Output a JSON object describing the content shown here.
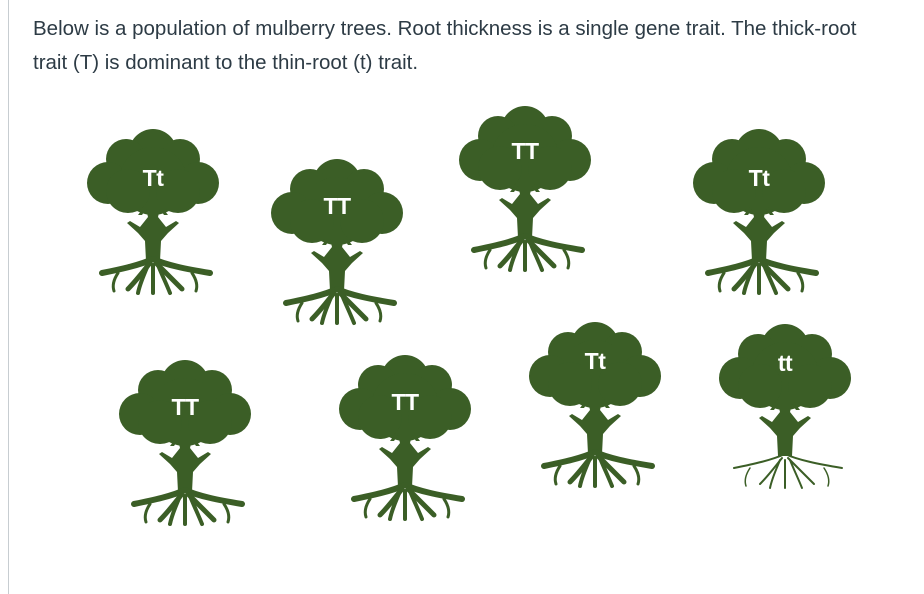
{
  "question": {
    "text": "Below is a population of mulberry trees. Root thickness is a single gene trait. The thick-root trait (T) is dominant to the thin-root (t) trait."
  },
  "colors": {
    "tree": "#3b5e26",
    "label_text": "#ffffff",
    "body_text": "#2d3b45"
  },
  "trees": [
    {
      "genotype": "Tt",
      "icon": "tree-icon"
    },
    {
      "genotype": "TT",
      "icon": "tree-icon"
    },
    {
      "genotype": "TT",
      "icon": "tree-icon"
    },
    {
      "genotype": "Tt",
      "icon": "tree-icon"
    },
    {
      "genotype": "TT",
      "icon": "tree-icon"
    },
    {
      "genotype": "TT",
      "icon": "tree-icon"
    },
    {
      "genotype": "Tt",
      "icon": "tree-icon"
    },
    {
      "genotype": "tt",
      "icon": "tree-icon"
    }
  ]
}
